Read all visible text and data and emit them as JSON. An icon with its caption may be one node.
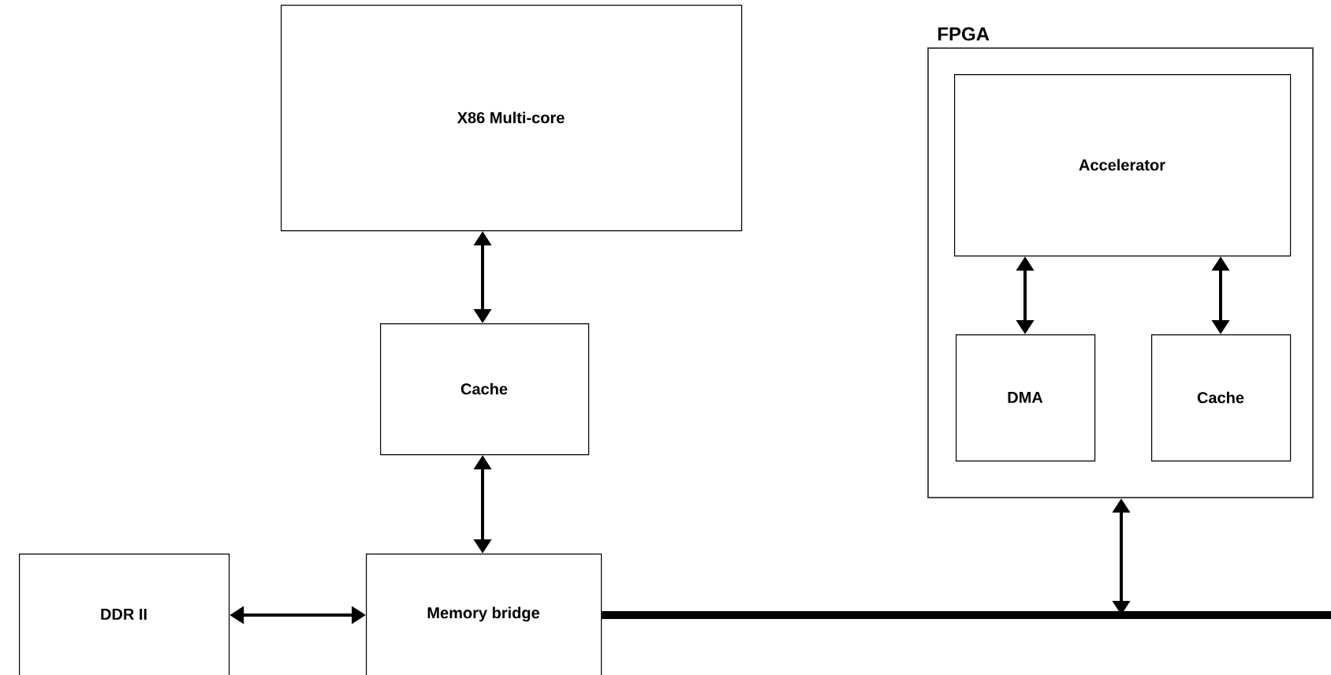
{
  "diagram": {
    "nodes": [
      {
        "text": [
          "X86 Multi-core"
        ]
      },
      {
        "text": [
          "Cache"
        ]
      },
      {
        "text": [
          "DDR II"
        ]
      },
      {
        "text": [
          "Memory bridge"
        ]
      },
      {
        "text": [
          "FPGA"
        ]
      },
      {
        "text": [
          "Accelerator"
        ],
        "in": 4
      },
      {
        "text": [
          "DMA"
        ],
        "in": 4
      },
      {
        "text": [
          "Cache"
        ],
        "in": 4
      }
    ],
    "edges": [
      {
        "from": 0,
        "to": 1,
        "arrow": "both"
      },
      {
        "from": 1,
        "to": 3,
        "arrow": "both"
      },
      {
        "from": 2,
        "to": 3,
        "arrow": "both"
      },
      {
        "from": 5,
        "to": 6,
        "arrow": "both"
      },
      {
        "from": 5,
        "to": 7,
        "arrow": "both"
      },
      {
        "from": 3,
        "to": null,
        "arrow": "none",
        "style": "thick"
      },
      {
        "from": 4,
        "to": null,
        "arrow": "both"
      }
    ]
  }
}
